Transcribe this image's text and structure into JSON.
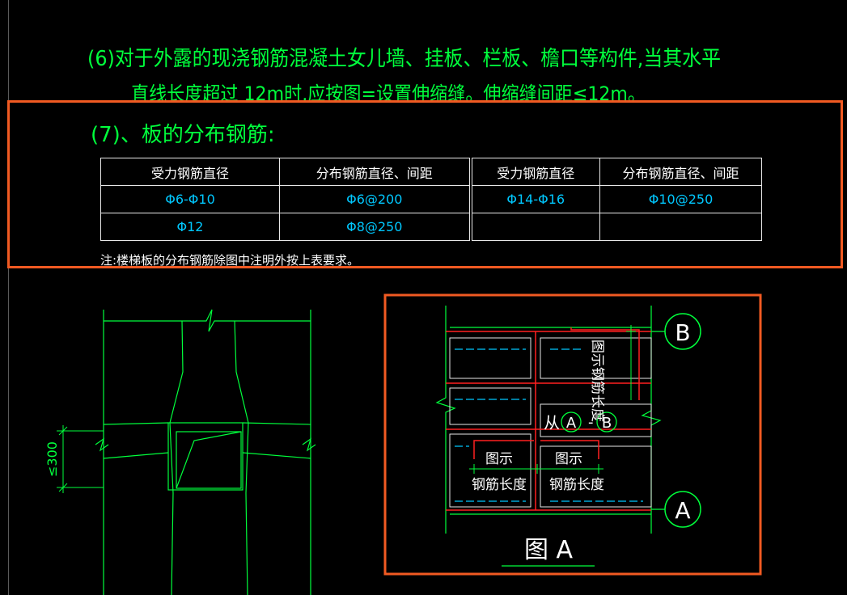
{
  "note6": {
    "line1": "(6)对于外露的现浇钢筋混凝土女儿墙、挂板、栏板、檐口等构件,当其水平",
    "line2": "直线长度超过 12m时,应按图=设置伸缩缝。伸缩缝间距≤12m。"
  },
  "note7": {
    "title": "(7)、板的分布钢筋:"
  },
  "table": {
    "headers": [
      "受力钢筋直径",
      "分布钢筋直径、间距",
      "受力钢筋直径",
      "分布钢筋直径、间距"
    ],
    "rows": [
      [
        "Φ6-Φ10",
        "Φ6@200",
        "Φ14-Φ16",
        "Φ10@250"
      ],
      [
        "Φ12",
        "Φ8@250",
        "",
        ""
      ]
    ]
  },
  "footnote": "注:楼梯板的分布钢筋除图中注明外按上表要求。",
  "left_detail": {
    "dimension": "≤300"
  },
  "figure_a": {
    "axis_b": "B",
    "axis_a": "A",
    "label_vertical": "图示钢筋长度",
    "label_from": "从",
    "label_from_a": "A",
    "label_dash": "-",
    "label_from_b": "B",
    "label_left_1": "图示",
    "label_left_2": "钢筋长度",
    "label_mid_1": "图示",
    "label_mid_2": "钢筋长度",
    "caption": "图 A"
  },
  "colors": {
    "highlight": "#f15a22",
    "green": "#00ff3c",
    "cyan": "#00c8ff",
    "red": "#ff2020",
    "white": "#ffffff"
  }
}
